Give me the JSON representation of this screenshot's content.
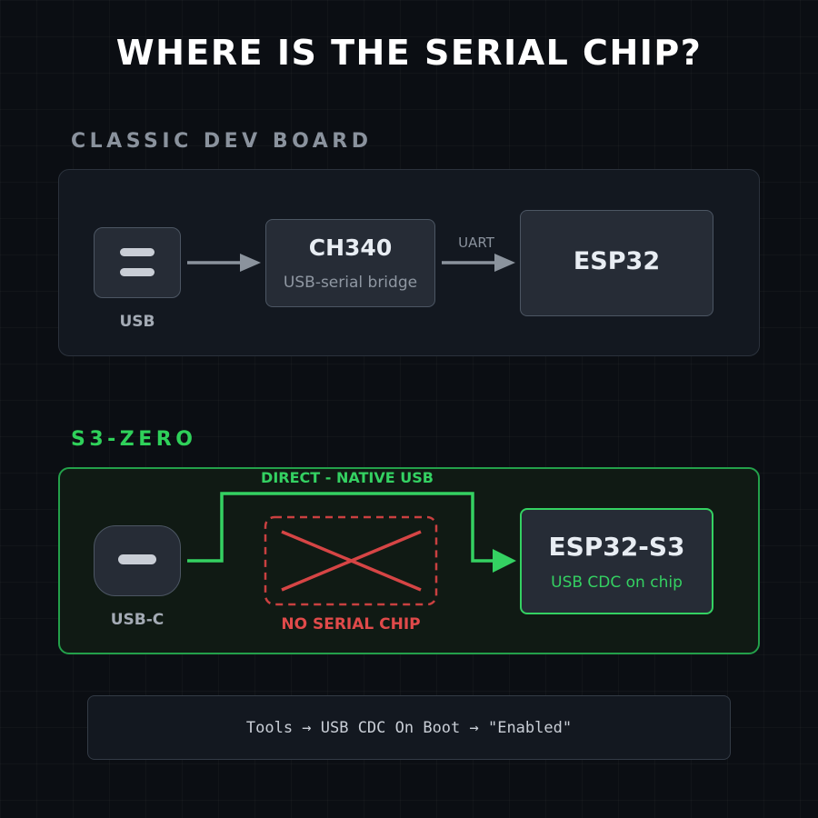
{
  "title": "WHERE IS THE SERIAL CHIP?",
  "classic": {
    "label": "CLASSIC DEV BOARD",
    "usb_label": "USB",
    "bridge_title": "CH340",
    "bridge_sub": "USB-serial bridge",
    "uart_label": "UART",
    "mcu_title": "ESP32"
  },
  "s3": {
    "label": "S3-ZERO",
    "usbc_label": "USB-C",
    "direct_label": "DIRECT - NATIVE USB",
    "no_chip_label": "NO SERIAL CHIP",
    "mcu_title": "ESP32-S3",
    "mcu_sub": "USB CDC on chip"
  },
  "footer": {
    "instruction": "Tools → USB CDC On Boot → \"Enabled\""
  },
  "colors": {
    "background": "#0b0e13",
    "accent_green": "#34d162",
    "warning_red": "#e04a4a",
    "arrow_gray": "#8b939d"
  },
  "icons": {
    "usb": "usb-port-icon",
    "usbc": "usb-c-port-icon",
    "no_chip": "cross-icon"
  }
}
